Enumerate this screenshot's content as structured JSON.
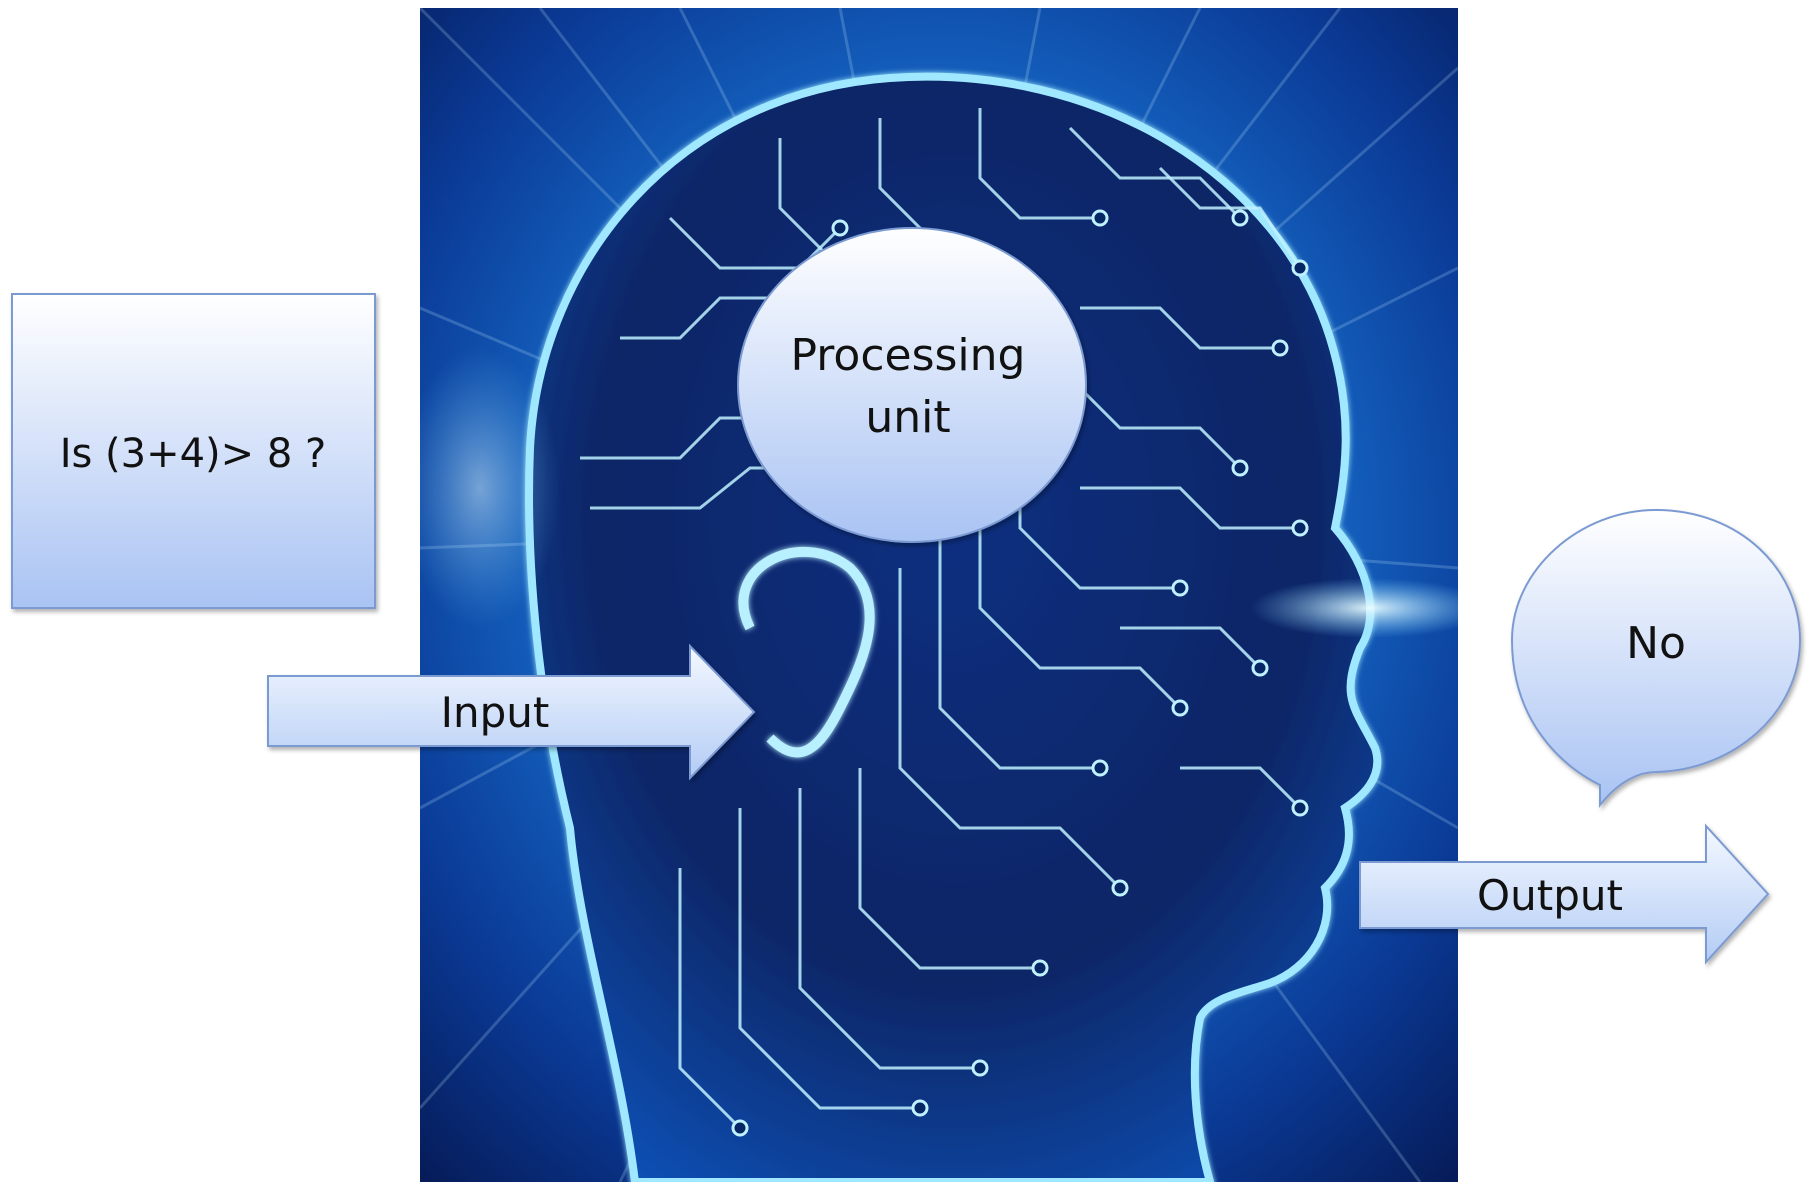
{
  "question_box": {
    "text": "Is (3+4)> 8 ?"
  },
  "input_arrow": {
    "label": "Input"
  },
  "processing_unit": {
    "line1": "Processing",
    "line2": "unit"
  },
  "output_bubble": {
    "text": "No"
  },
  "output_arrow": {
    "label": "Output"
  },
  "illustration": {
    "subject": "circuit-board head silhouette"
  },
  "colors": {
    "shape_fill_top": "#ffffff",
    "shape_fill_bottom": "#a9c3f3",
    "shape_stroke": "#7c9ad2",
    "photo_dark": "#041238",
    "photo_mid": "#0b49a8",
    "photo_glow": "#8fe0ff",
    "circuit": "#bff1ff"
  }
}
